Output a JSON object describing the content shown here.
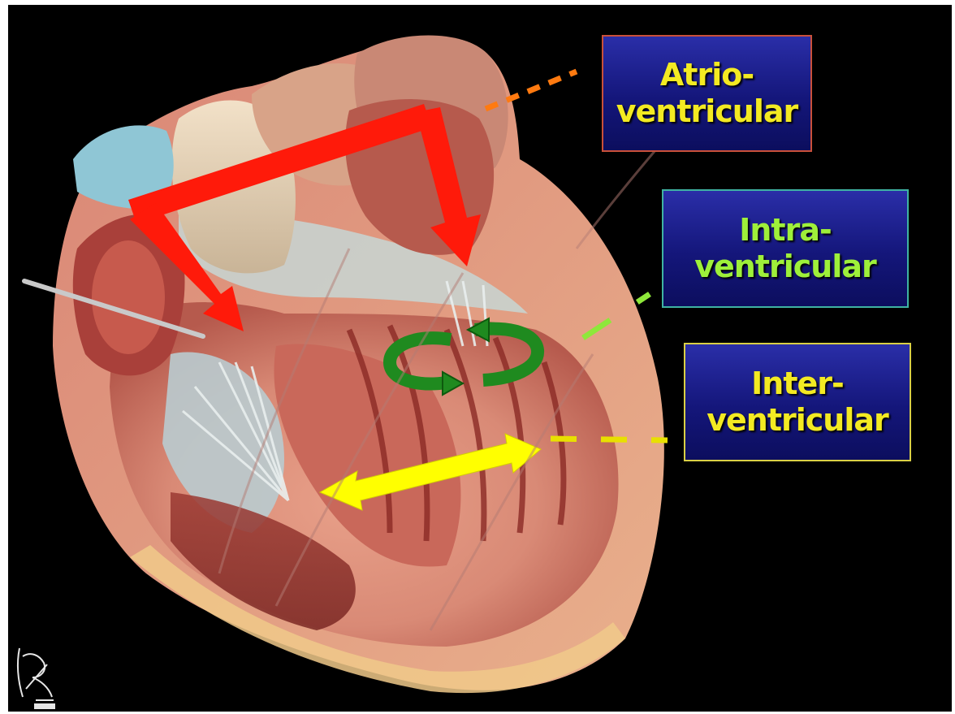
{
  "labels": {
    "atrioventricular": {
      "line1": "Atrio-",
      "line2": "ventricular",
      "text_color": "#f3ea22",
      "border_color": "#c9503a"
    },
    "intraventricular": {
      "line1": "Intra-",
      "line2": "ventricular",
      "text_color": "#9ef03a",
      "border_color": "#3fb3a2"
    },
    "interventricular": {
      "line1": "Inter-",
      "line2": "ventricular",
      "text_color": "#f3ea22",
      "border_color": "#d9cf46"
    }
  },
  "colors": {
    "background": "#000000",
    "label_box_fill": "#14167a",
    "av_arrow": "#ff1a0a",
    "intra_arrow": "#1f8a1f",
    "inter_arrow": "#ffff00",
    "leader_av": "#ff7a10",
    "leader_intra": "#8ee83a",
    "leader_inter": "#e8e000"
  },
  "icons": [
    "heart-cross-section-illustration",
    "red-av-arrows",
    "green-rotation-arrows",
    "yellow-double-arrow",
    "logo-mark"
  ]
}
